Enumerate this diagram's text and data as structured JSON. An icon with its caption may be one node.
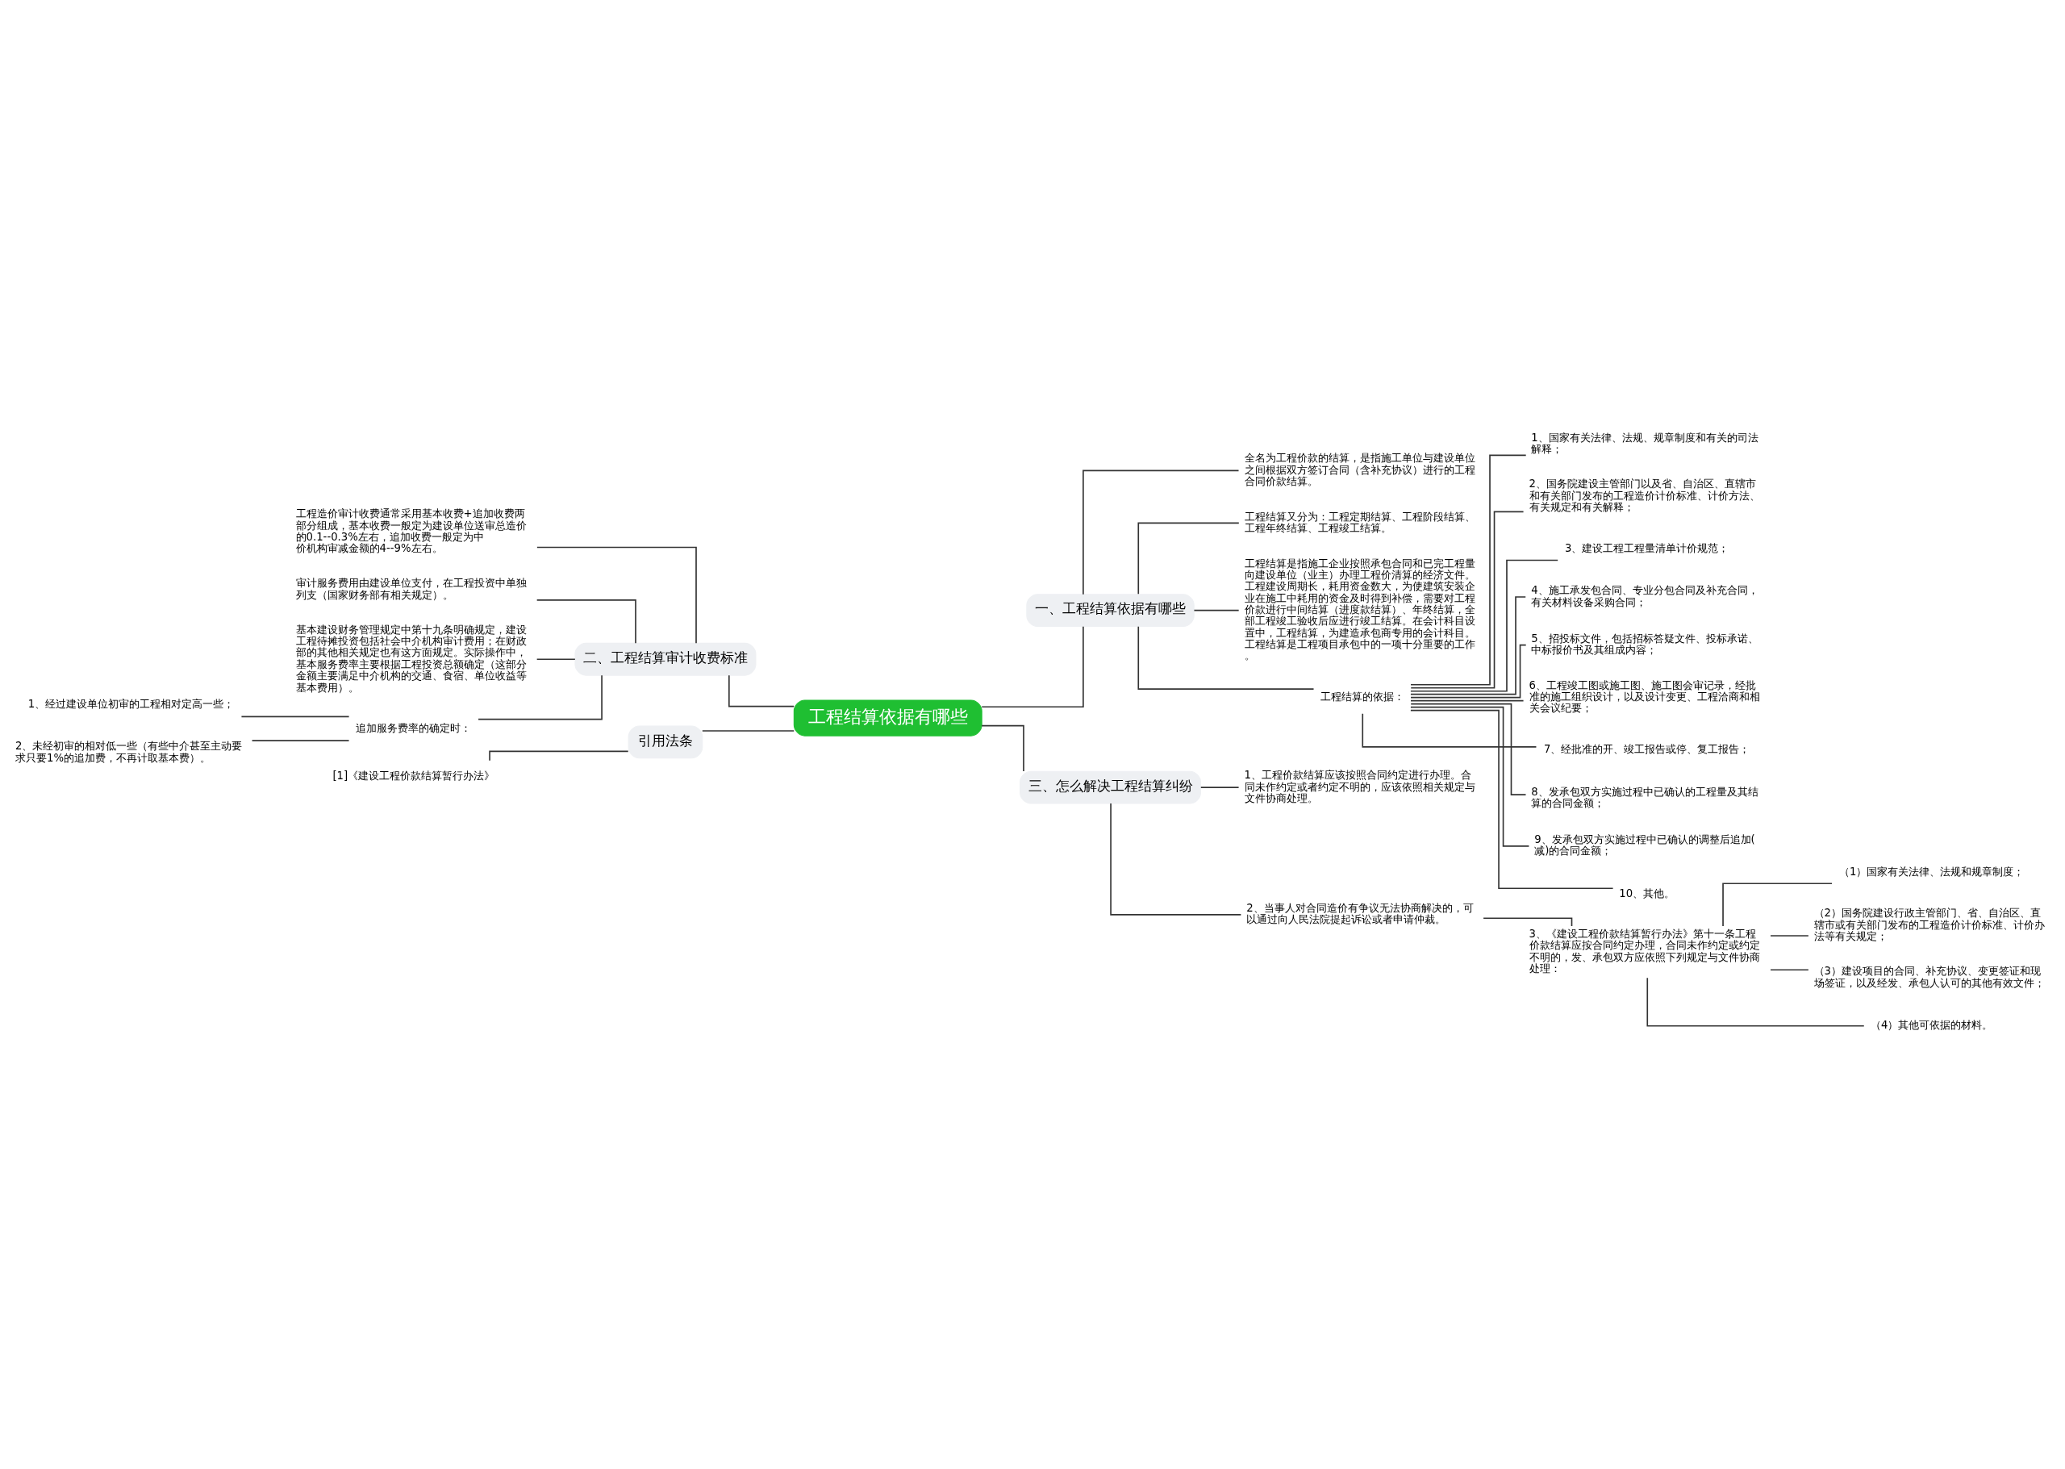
{
  "diagram": {
    "nodes": [
      {
        "text": [
          "工程结算依据有哪些"
        ]
      },
      {
        "text": [
          "一、工程结算依据有哪些"
        ]
      },
      {
        "text": [
          "全名为工程价款的结算，是指施工单位与建设单位之间根据双方签订合同（含补充协议）进行的工程合同价款结算。"
        ]
      },
      {
        "text": [
          "工程结算又分为：工程定期结算、工程阶段结算、工程年终结算、工程竣工结算。"
        ]
      },
      {
        "text": [
          "工程结算是指施工企业按照承包合同和已完工程量向建设单位（业主）办理工程价清算的经济文件。工程建设周期长，耗用资金数大，为使建筑安装企业在施工中耗用的资金及时得到补偿，需要对工程价款进行中间结算（进度款结算）、年终结算，全部工程竣工验收后应进行竣工结算。在会计科目设置中，工程结算，为建造承包商专用的会计科目。工程结算是工程项目承包中的一项十分重要的工作。"
        ]
      },
      {
        "text": [
          "工程结算的依据："
        ]
      },
      {
        "text": [
          "1、国家有关法律、法规、规章制度和有关的司法解释；"
        ]
      },
      {
        "text": [
          "2、国务院建设主管部门以及省、自治区、直辖市和有关部门发布的工程造价计价标准、计价方法、有关规定和有关解释；"
        ]
      },
      {
        "text": [
          "3、建设工程工程量清单计价规范；"
        ]
      },
      {
        "text": [
          "4、施工承发包合同、专业分包合同及补充合同，有关材料设备采购合同；"
        ]
      },
      {
        "text": [
          "5、招投标文件，包括招标答疑文件、投标承诺、中标报价书及其组成内容；"
        ]
      },
      {
        "text": [
          "6、工程竣工图或施工图、施工图会审记录，经批准的施工组织设计，以及设计变更、工程洽商和相关会议纪要；"
        ]
      },
      {
        "text": [
          "7、经批准的开、竣工报告或停、复工报告；"
        ]
      },
      {
        "text": [
          "8、发承包双方实施过程中已确认的工程量及其结算的合同金额；"
        ]
      },
      {
        "text": [
          "9、发承包双方实施过程中已确认的调整后追加(减)的合同金额；"
        ]
      },
      {
        "text": [
          "10、其他。"
        ]
      },
      {
        "text": [
          "三、怎么解决工程结算纠纷"
        ]
      },
      {
        "text": [
          "1、工程价款结算应该按照合同约定进行办理。合同未作约定或者约定不明的，应该依照相关规定与文件协商处理。"
        ]
      },
      {
        "text": [
          "2、当事人对合同造价有争议无法协商解决的，可以通过向人民法院提起诉讼或者申请仲裁。"
        ]
      },
      {
        "text": [
          "3、《建设工程价款结算暂行办法》第十一条工程价款结算应按合同约定办理，合同未作约定或约定不明的，发、承包双方应依照下列规定与文件协商处理："
        ]
      },
      {
        "text": [
          "（1）国家有关法律、法规和规章制度；"
        ]
      },
      {
        "text": [
          "（2）国务院建设行政主管部门、省、自治区、直辖市或有关部门发布的工程造价计价标准、计价办法等有关规定；"
        ]
      },
      {
        "text": [
          "（3）建设项目的合同、补充协议、变更签证和现场签证，以及经发、承包人认可的其他有效文件；"
        ]
      },
      {
        "text": [
          "（4）其他可依据的材料。"
        ]
      },
      {
        "text": [
          "二、工程结算审计收费标准"
        ]
      },
      {
        "text": [
          "工程造价审计收费通常采用基本收费+追加收费两部分组成，基本收费一般定为建设单位送审总造价的0.1--0.3%左右，追加收费一般定为中价机构审减金额的4--9%左右。"
        ]
      },
      {
        "text": [
          "审计服务费用由建设单位支付，在工程投资中单独列支（国家财务部有相关规定）。"
        ]
      },
      {
        "text": [
          "基本建设财务管理规定中第十九条明确规定，建设工程待摊投资包括社会中介机构审计费用；在财政部的其他相关规定也有这方面规定。实际操作中，基本服务费率主要根据工程投资总额确定（这部分金额主要满足中介机构的交通、食宿、单位收益等基本费用）。"
        ]
      },
      {
        "text": [
          "追加服务费率的确定时："
        ]
      },
      {
        "text": [
          "1、经过建设单位初审的工程相对定高一些；"
        ]
      },
      {
        "text": [
          "2、未经初审的相对低一些（有些中介甚至主动要求只要1%的追加费，不再计取基本费）。"
        ]
      },
      {
        "text": [
          "引用法条"
        ]
      },
      {
        "text": [
          "[1]《建设工程价款结算暂行办法》"
        ]
      }
    ],
    "edges": [
      {
        "from": 0,
        "to": 1,
        "arrow": "none"
      },
      {
        "from": 1,
        "to": 2,
        "arrow": "none"
      },
      {
        "from": 1,
        "to": 3,
        "arrow": "none"
      },
      {
        "from": 1,
        "to": 4,
        "arrow": "none"
      },
      {
        "from": 1,
        "to": 5,
        "arrow": "none"
      },
      {
        "from": 5,
        "to": 6,
        "arrow": "none"
      },
      {
        "from": 5,
        "to": 7,
        "arrow": "none"
      },
      {
        "from": 5,
        "to": 8,
        "arrow": "none"
      },
      {
        "from": 5,
        "to": 9,
        "arrow": "none"
      },
      {
        "from": 5,
        "to": 10,
        "arrow": "none"
      },
      {
        "from": 5,
        "to": 11,
        "arrow": "none"
      },
      {
        "from": 5,
        "to": 12,
        "arrow": "none"
      },
      {
        "from": 5,
        "to": 13,
        "arrow": "none"
      },
      {
        "from": 5,
        "to": 14,
        "arrow": "none"
      },
      {
        "from": 5,
        "to": 15,
        "arrow": "none"
      },
      {
        "from": 0,
        "to": 16,
        "arrow": "none"
      },
      {
        "from": 16,
        "to": 17,
        "arrow": "none"
      },
      {
        "from": 16,
        "to": 18,
        "arrow": "none"
      },
      {
        "from": 18,
        "to": 19,
        "arrow": "none"
      },
      {
        "from": 19,
        "to": 20,
        "arrow": "none"
      },
      {
        "from": 19,
        "to": 21,
        "arrow": "none"
      },
      {
        "from": 19,
        "to": 22,
        "arrow": "none"
      },
      {
        "from": 19,
        "to": 23,
        "arrow": "none"
      },
      {
        "from": 0,
        "to": 24,
        "arrow": "none"
      },
      {
        "from": 24,
        "to": 25,
        "arrow": "none"
      },
      {
        "from": 24,
        "to": 26,
        "arrow": "none"
      },
      {
        "from": 24,
        "to": 27,
        "arrow": "none"
      },
      {
        "from": 24,
        "to": 28,
        "arrow": "none"
      },
      {
        "from": 28,
        "to": 29,
        "arrow": "none"
      },
      {
        "from": 28,
        "to": 30,
        "arrow": "none"
      },
      {
        "from": 0,
        "to": 31,
        "arrow": "none"
      },
      {
        "from": 31,
        "to": 32,
        "arrow": "none"
      }
    ]
  }
}
